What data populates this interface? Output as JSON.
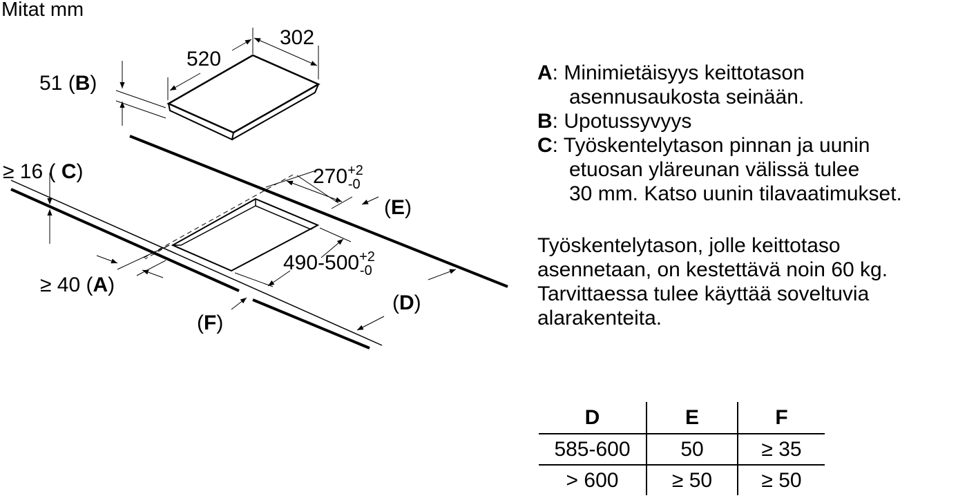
{
  "title": "Mitat mm",
  "diagram": {
    "hob_length": "520",
    "hob_width": "302",
    "depth_label": "51 (",
    "depth_key": "B",
    "countertop_label": "≥ 16 ( ",
    "countertop_key": "C",
    "wall_dist_label": "≥ 40 (",
    "wall_dist_key": "A",
    "cutout_width": "270",
    "cutout_depth": "490-500",
    "tol_plus": "+2",
    "tol_minus": "-0",
    "key_e": "E",
    "key_d": "D",
    "key_f": "F",
    "paren_open": "(",
    "paren_close": ")"
  },
  "legend": [
    {
      "key": "A",
      "text": ": Minimietäisyys keittotason",
      "cont": [
        "asennusaukosta seinään."
      ]
    },
    {
      "key": "B",
      "text": ": Upotussyvyys",
      "cont": []
    },
    {
      "key": "C",
      "text": ": Työskentelytason pinnan ja uunin",
      "cont": [
        "etuosan yläreunan välissä tulee",
        "30 mm. Katso uunin tilavaatimukset."
      ]
    }
  ],
  "note": [
    "Työskentelytason, jolle keittotaso",
    "asennetaan, on kestettävä noin 60 kg.",
    "Tarvittaessa tulee käyttää soveltuvia",
    "alarakenteita."
  ],
  "table": {
    "headers": [
      "D",
      "E",
      "F"
    ],
    "rows": [
      [
        "585-600",
        "50",
        "≥ 35"
      ],
      [
        "> 600",
        "≥ 50",
        "≥ 50"
      ]
    ]
  }
}
